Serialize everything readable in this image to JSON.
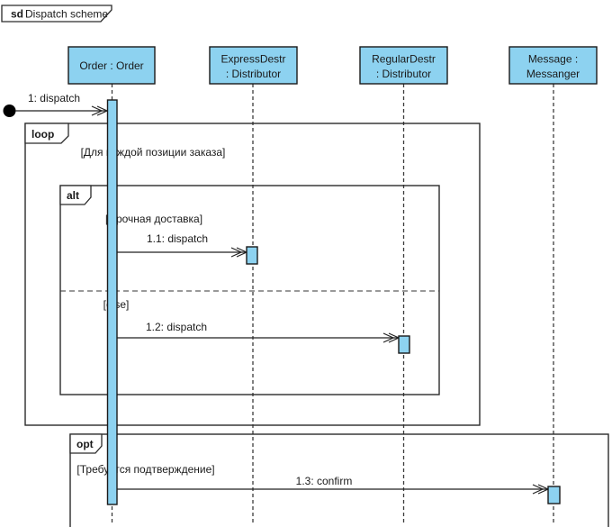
{
  "diagram": {
    "frame_label": {
      "keyword": "sd",
      "name": "Dispatch scheme"
    },
    "lifelines": {
      "order": {
        "line1": "Order : Order"
      },
      "express": {
        "line1": "ExpressDestr",
        "line2": ": Distributor"
      },
      "regular": {
        "line1": "RegularDestr",
        "line2": ": Distributor"
      },
      "message": {
        "line1": "Message :",
        "line2": "Messanger"
      }
    },
    "fragments": {
      "loop": {
        "operator": "loop",
        "guard": "[Для каждой позиции заказа]"
      },
      "alt": {
        "operator": "alt",
        "guard_urgent": "[Срочная доставка]",
        "guard_else": "[else]"
      },
      "opt": {
        "operator": "opt",
        "guard": "[Требуется подтверждение]"
      }
    },
    "messages": {
      "m1": "1: dispatch",
      "m11": "1.1: dispatch",
      "m12": "1.2: dispatch",
      "m13": "1.3: confirm"
    },
    "colors": {
      "shape_fill": "#8DD2F0",
      "stroke": "#1a1a1a"
    }
  }
}
